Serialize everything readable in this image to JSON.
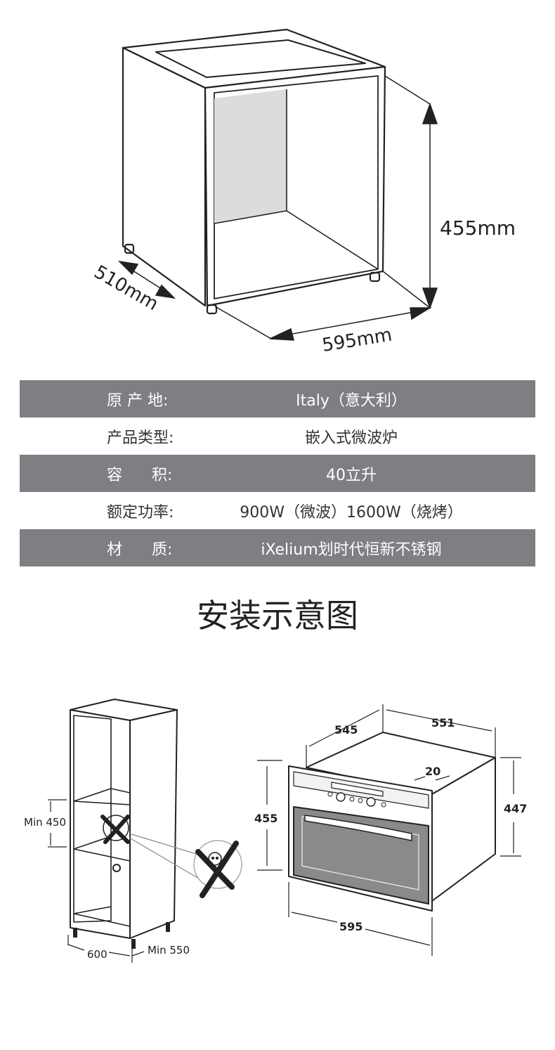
{
  "cabinet_diagram": {
    "height_label": "455mm",
    "depth_label": "510mm",
    "width_label": "595mm"
  },
  "specs": [
    {
      "label": "原 产 地:",
      "value": "Italy（意大利）",
      "style": "dark"
    },
    {
      "label": "产品类型:",
      "value": "嵌入式微波炉",
      "style": "light"
    },
    {
      "label": "容      积:",
      "value": "40立升",
      "style": "dark"
    },
    {
      "label": "额定功率:",
      "value": "900W（微波）1600W（烧烤）",
      "style": "light"
    },
    {
      "label": "材      质:",
      "value": "iXelium划时代恒新不锈钢",
      "style": "dark"
    }
  ],
  "install_title": "安装示意图",
  "install_diagram": {
    "min_450": "Min 450",
    "width_600": "600",
    "min_550": "Min 550",
    "oven_depth_545": "545",
    "oven_width_551": "551",
    "frame_20": "20",
    "height_455": "455",
    "height_447": "447",
    "width_595": "595"
  },
  "colors": {
    "row_dark": "#7f7e83",
    "text_dark": "#222222"
  }
}
